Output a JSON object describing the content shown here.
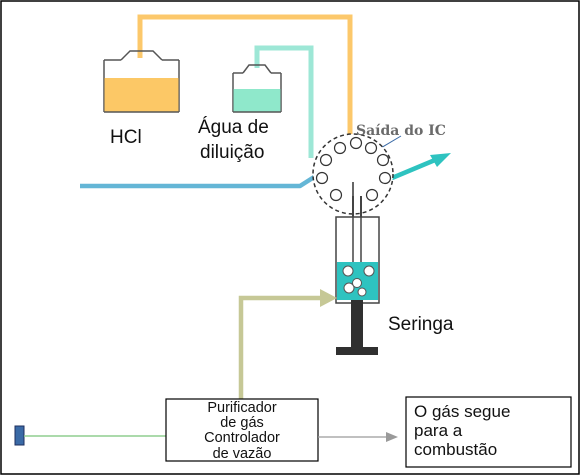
{
  "labels": {
    "hcl": "HCl",
    "agua_line1": "Água de",
    "agua_line2": "diluição",
    "saida": "Saída do IC",
    "seringa": "Seringa",
    "purificador_line1": "Purificador",
    "purificador_line2": "de gás",
    "purificador_line3": "Controlador",
    "purificador_line4": "de vazão",
    "destino_line1": "O gás segue",
    "destino_line2": "para a",
    "destino_line3": "combustão"
  },
  "colors": {
    "frame": "#000000",
    "orange_line": "#fcc86b",
    "orange_fill": "#fcc866",
    "mint_line": "#9de7d6",
    "mint_fill": "#8fe8cb",
    "blue_line": "#64b6d6",
    "teal_fill": "#2ec3c0",
    "olive_line": "#c6c896",
    "green_line": "#8fce8f",
    "gray_line": "#9a9a9a",
    "plunger": "#303030",
    "port_blue": "#3a6aa6"
  },
  "icons": {
    "hcl_bottle": "reservoir-bottle-icon",
    "water_bottle": "reservoir-bottle-icon",
    "valve": "multiport-valve-icon",
    "syringe": "syringe-icon",
    "gas_inlet": "gas-inlet-icon"
  }
}
